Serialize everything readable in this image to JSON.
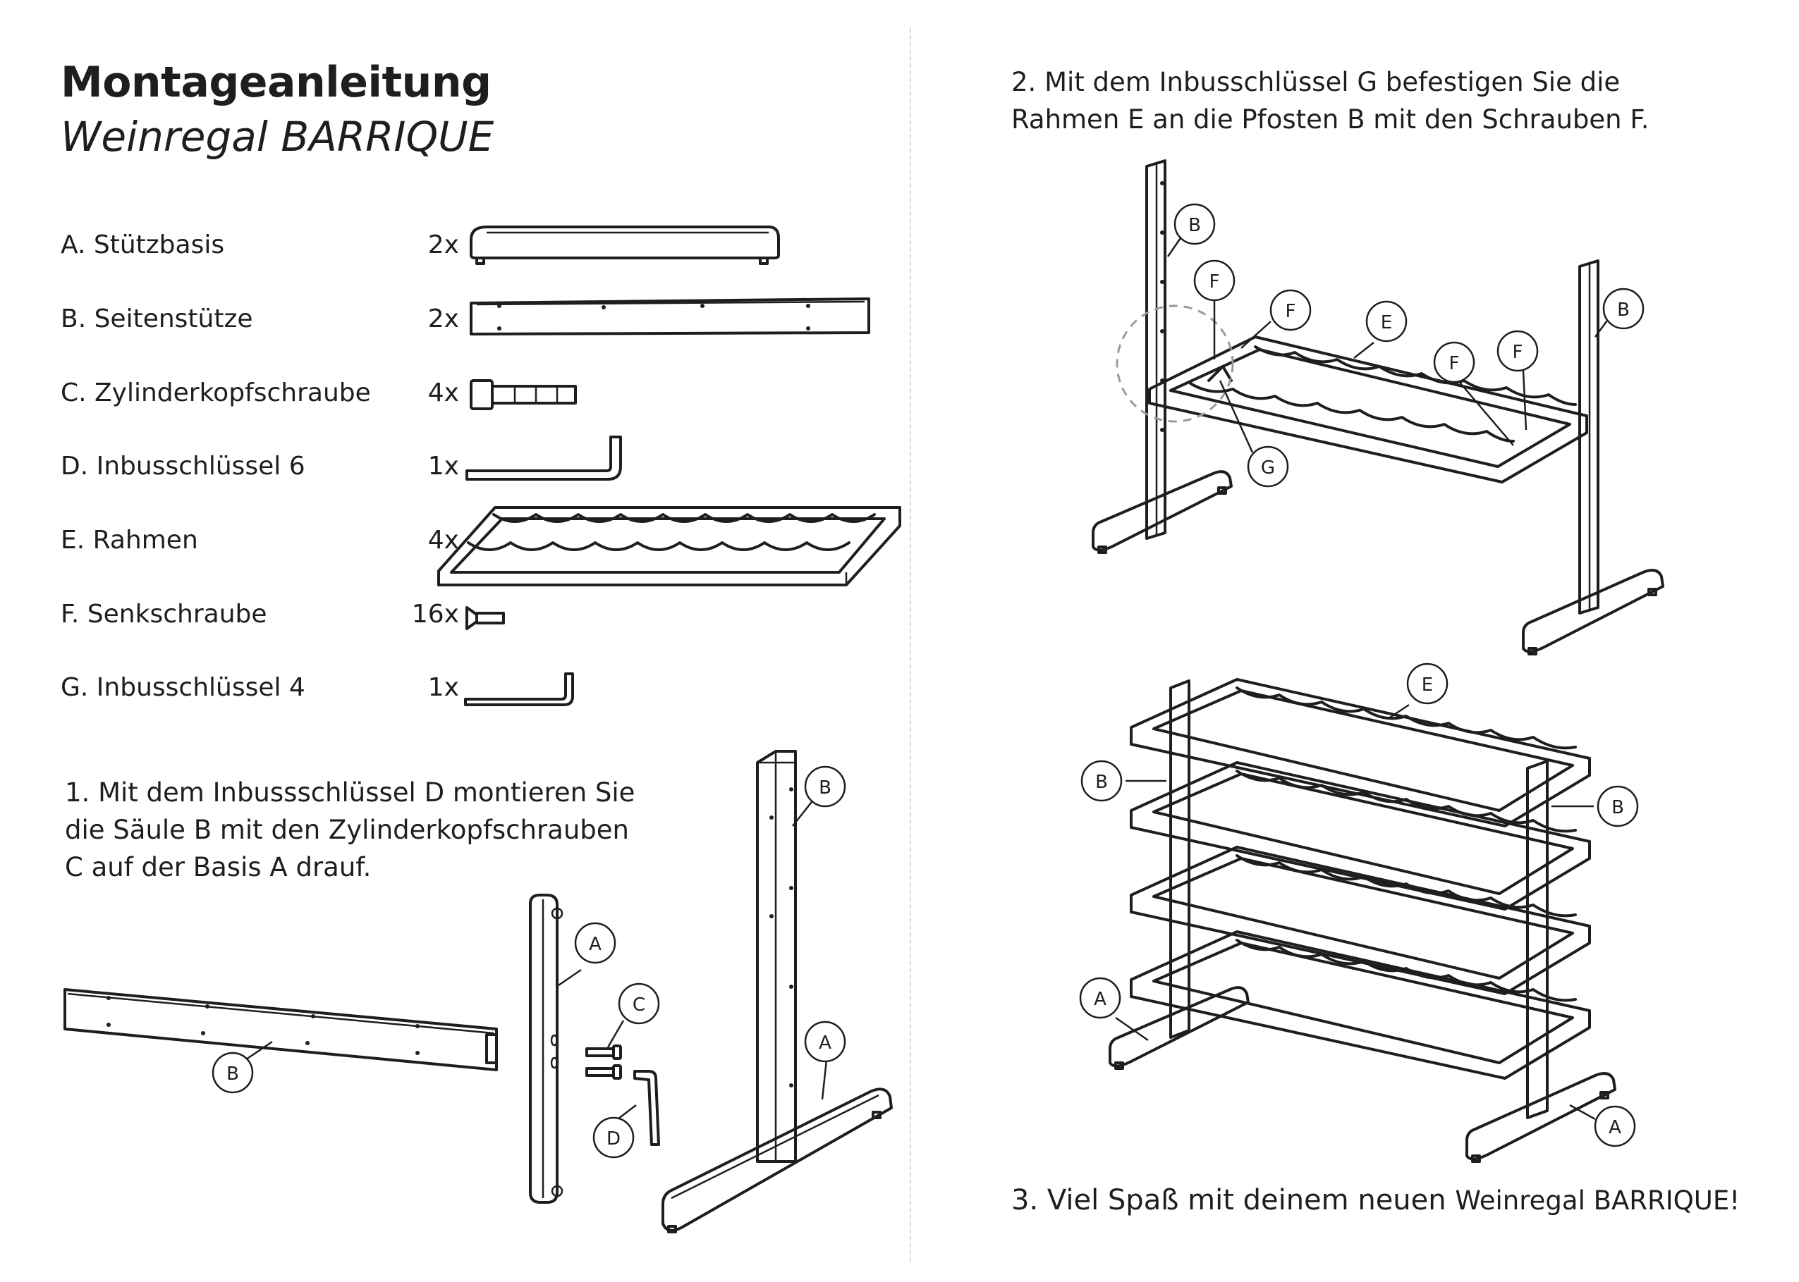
{
  "header": {
    "title": "Montageanleitung",
    "subtitle": "Weinregal BARRIQUE"
  },
  "parts": [
    {
      "name": "A. Stützbasis",
      "qty": "2x",
      "icon": "support-base-icon"
    },
    {
      "name": "B. Seitenstütze",
      "qty": "2x",
      "icon": "side-post-icon"
    },
    {
      "name": "C. Zylinderkopfschraube",
      "qty": "4x",
      "icon": "cap-screw-icon"
    },
    {
      "name": "D. Inbusschlüssel 6",
      "qty": "1x",
      "icon": "hex-key-large-icon"
    },
    {
      "name": "E. Rahmen",
      "qty": "4x",
      "icon": "frame-icon"
    },
    {
      "name": "F. Senkschraube",
      "qty": "16x",
      "icon": "countersunk-screw-icon"
    },
    {
      "name": "G. Inbusschlüssel 4",
      "qty": "1x",
      "icon": "hex-key-small-icon"
    }
  ],
  "steps": {
    "step1": {
      "lines": [
        "1. Mit dem Inbussschlüssel D montieren Sie",
        "die Säule B mit den Zylinderkopfschrauben",
        "C auf der Basis A drauf."
      ]
    },
    "step2": {
      "lines": [
        "2. Mit dem Inbusschlüssel G befestigen Sie die",
        "Rahmen E an die Pfosten B mit den Schrauben F."
      ]
    },
    "step3": {
      "text": "3. Viel Spaß mit deinem neuen",
      "brand": "Weinregal BARRIQUE!"
    }
  },
  "callouts": {
    "A": "A",
    "B": "B",
    "C": "C",
    "D": "D",
    "E": "E",
    "F": "F",
    "G": "G"
  }
}
